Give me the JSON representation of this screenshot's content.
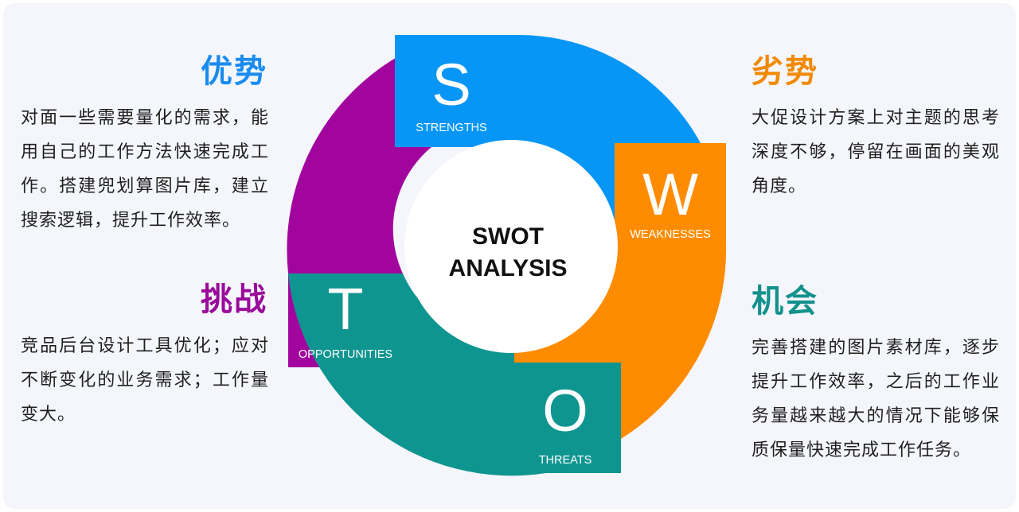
{
  "strengths": {
    "title": "优势",
    "desc": "对面一些需要量化的需求，能用自己的工作方法快速完成工作。搭建兜划算图片库，建立搜索逻辑，提升工作效率。",
    "letter": "S",
    "label": "STRENGTHS",
    "color": "#0796f6"
  },
  "weaknesses": {
    "title": "劣势",
    "desc": "大促设计方案上对主题的思考深度不够，停留在画面的美观角度。",
    "letter": "W",
    "label": "WEAKNESSES",
    "color": "#ff8c00"
  },
  "threats_block": {
    "title": "挑战",
    "desc": "竞品后台设计工具优化；应对不断变化的业务需求；工作量变大。",
    "letter": "T",
    "label": "OPPORTUNITIES",
    "color": "#a2059e"
  },
  "opportunities_block": {
    "title": "机会",
    "desc": "完善搭建的图片素材库，逐步提升工作效率，之后的工作业务量越来越大的情况下能够保质保量快速完成工作任务。",
    "letter": "O",
    "label": "THREATS",
    "color": "#0f9590"
  },
  "center": {
    "line1": "SWOT",
    "line2": "ANALYSIS"
  }
}
